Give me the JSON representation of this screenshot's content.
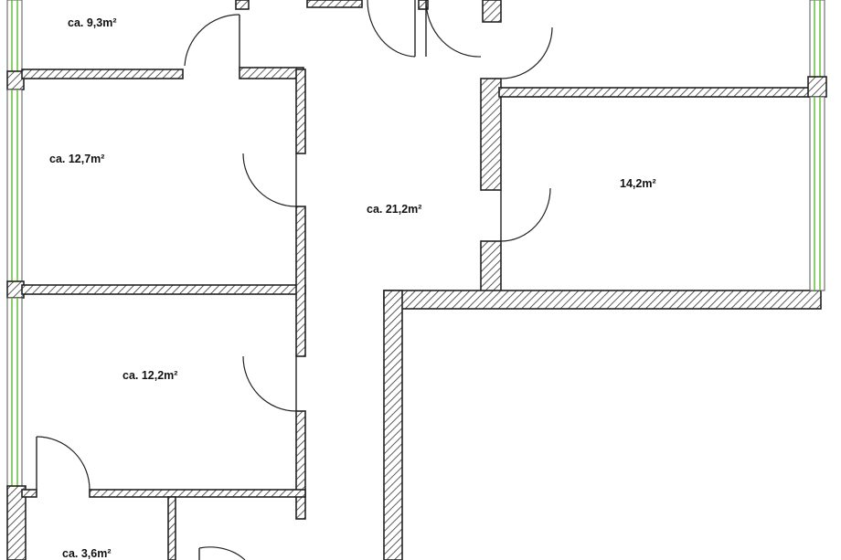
{
  "rooms": [
    {
      "id": "room-top-left",
      "area": "ca. 9,3m²"
    },
    {
      "id": "room-mid-left",
      "area": "ca. 12,7m²"
    },
    {
      "id": "room-lower-left",
      "area": "ca. 12,2m²"
    },
    {
      "id": "room-bottom-left",
      "area": "ca. 3,6m²"
    },
    {
      "id": "hallway",
      "area": "ca. 21,2m²"
    },
    {
      "id": "room-right",
      "area": "14,2m²"
    }
  ],
  "colors": {
    "wall_stroke": "#222222",
    "hatch": "#333333",
    "window_glass": "#5cb82e",
    "background": "#ffffff"
  }
}
